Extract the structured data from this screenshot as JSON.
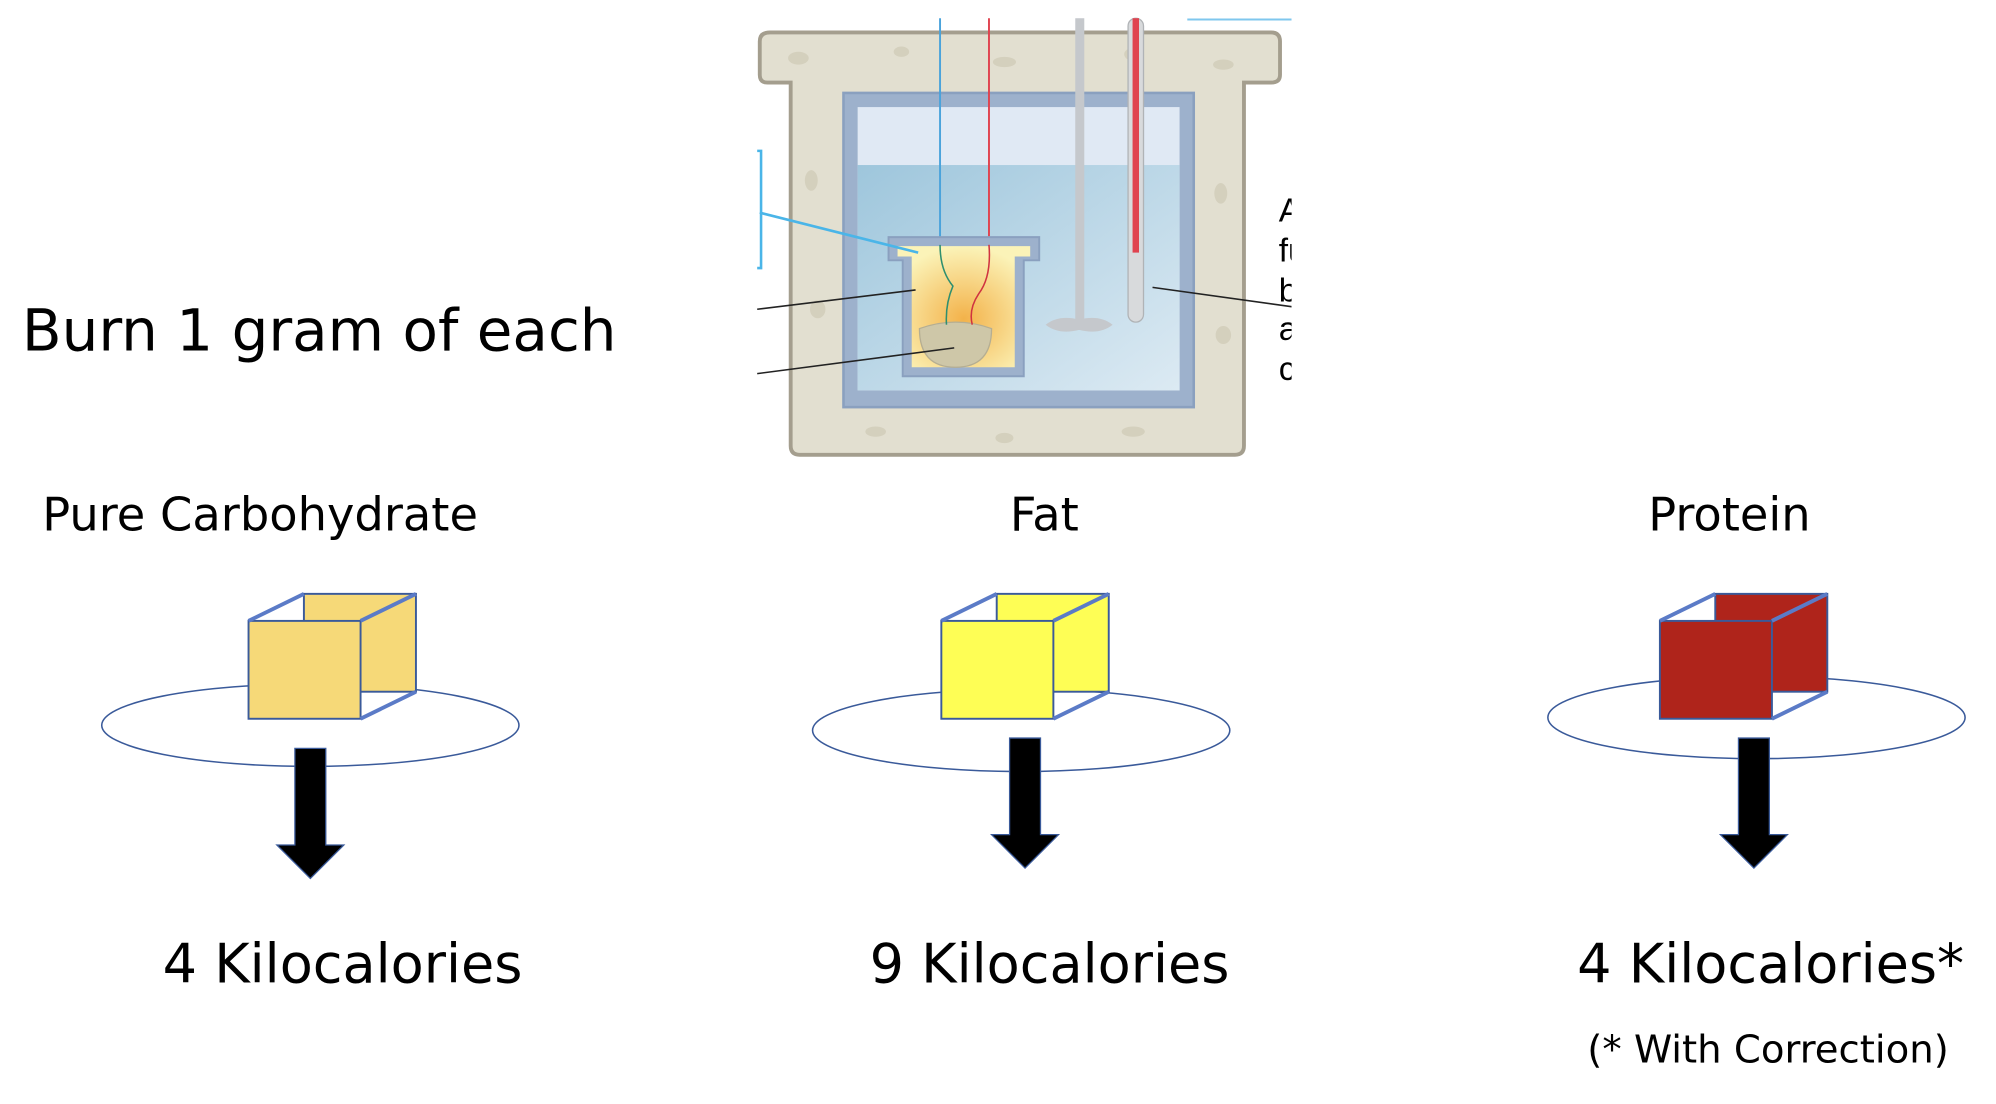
{
  "heading": "Burn 1 gram of each",
  "calorimeter": {
    "label_fragments": [
      "A",
      "fu",
      "b",
      "a",
      "c"
    ]
  },
  "samples": [
    {
      "name": "Pure Carbohydrate",
      "result": "4 Kilocalories",
      "color": "#F6D978"
    },
    {
      "name": "Fat",
      "result": "9 Kilocalories",
      "color": "#FEFE55"
    },
    {
      "name": "Protein",
      "result": "4 Kilocalories*",
      "color": "#AF241B"
    }
  ],
  "footnote": "(* With Correction)",
  "colors": {
    "edge": "#3A5A9A",
    "edge_light": "#5B7BC7",
    "arrow": "#000000"
  }
}
